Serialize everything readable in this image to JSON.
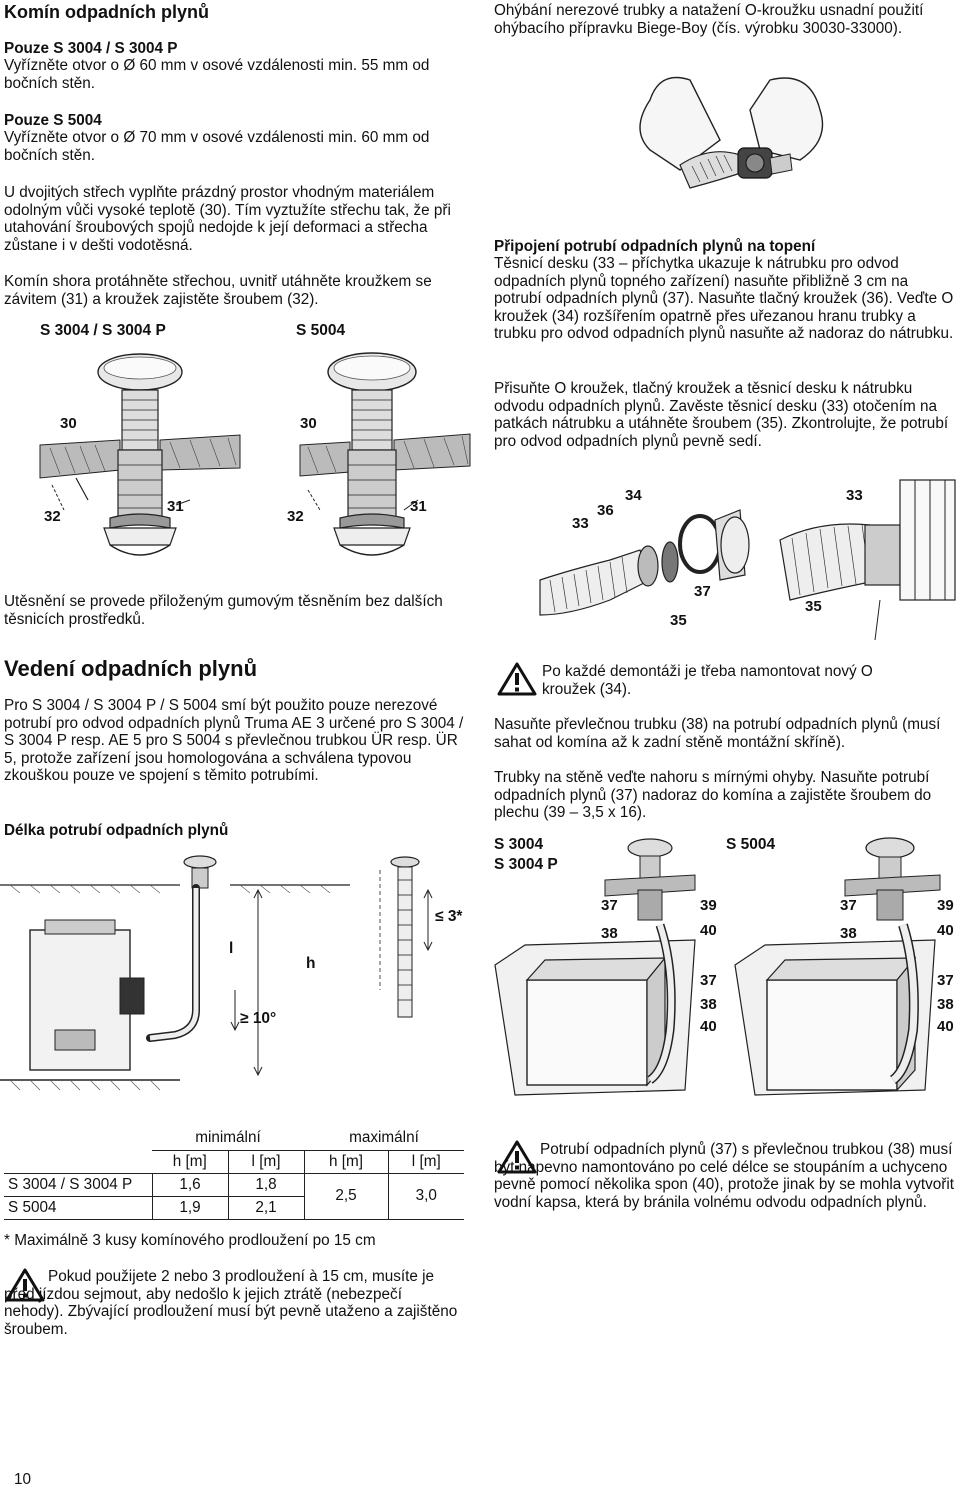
{
  "left": {
    "title": "Komín odpadních plynů",
    "s3004_head": "Pouze S 3004 / S 3004 P",
    "s3004_text": "Vyřízněte otvor o Ø 60 mm v osové vzdálenosti min. 55 mm od bočních stěn.",
    "s5004_head": "Pouze S 5004",
    "s5004_text": "Vyřízněte otvor o Ø 70 mm v osové vzdálenosti min. 60 mm od bočních stěn.",
    "double_roof": "U dvojitých střech vyplňte prázdný prostor vhodným materiálem odolným vůči vysoké teplotě (30). Tím vyztužíte střechu tak, že při utahování šroubových spojů nedojde k její deformaci a střecha zůstane i v dešti vodotěsná.",
    "pull_chimney": "Komín shora protáhněte střechou, uvnitř utáhněte kroužkem se závitem (31) a kroužek zajistěte šroubem (32).",
    "fig1": {
      "label_a": "S 3004 / S 3004 P",
      "label_b": "S 5004",
      "n30": "30",
      "n31": "31",
      "n32": "32"
    },
    "sealing": "Utěsnění se provede přiloženým gumovým těsněním bez dalších těsnicích prostředků."
  },
  "exhaust": {
    "title": "Vedení odpadních plynů",
    "text": "Pro S 3004 / S 3004 P / S 5004 smí být použito pouze nerezové potrubí pro odvod odpadních plynů Truma AE 3 určené pro S 3004 / S 3004 P resp. AE 5 pro S 5004 s převlečnou trubkou ÜR resp. ÜR 5, protože zařízení jsou homologována a schválena typovou zkouškou pouze ve spojení s těmito potrubími.",
    "length_head": "Délka potrubí odpadních plynů",
    "fig": {
      "l": "l",
      "h": "h",
      "angle": "≥ 10°",
      "ext": "≤ 3*"
    }
  },
  "table": {
    "group1": "minimální",
    "group2": "maximální",
    "sub": [
      "h [m]",
      "l [m]",
      "h [m]",
      "l [m]"
    ],
    "rows": [
      {
        "name": "S 3004 / S 3004 P",
        "min_h": "1,6",
        "min_l": "1,8"
      },
      {
        "name": "S 5004",
        "min_h": "1,9",
        "min_l": "2,1"
      }
    ],
    "max_h": "2,5",
    "max_l": "3,0",
    "footnote": "* Maximálně 3 kusy komínového prodloužení po 15 cm"
  },
  "warn_ext": "Pokud použijete 2 nebo 3 prodloužení à 15 cm, musíte je před jízdou sejmout, aby nedošlo k jejich ztrátě (nebezpečí nehody). Zbývající prodloužení musí být pevně utaženo a zajištěno šroubem.",
  "right": {
    "bending": "Ohýbání nerezové trubky a natažení O-kroužku usnadní použití ohýbacího přípravku Biege-Boy (čís. výrobku 30030-33000).",
    "connect_head": "Připojení potrubí odpadních plynů na topení",
    "connect_text1": "Těsnicí desku (33 – příchytka ukazuje k nátrubku pro odvod odpadních plynů topného zařízení) nasuňte přibližně 3 cm na potrubí odpadních plynů (37). Nasuňte tlačný kroužek (36). Veďte O kroužek (34) rozšířením opatrně přes uřezanou hranu trubky a trubku pro odvod odpadních plynů nasuňte až nadoraz do nátrubku.",
    "connect_text2": "Přisuňte O kroužek, tlačný kroužek a těsnicí desku k nátrubku odvodu odpadních plynů. Zavěste těsnicí desku (33) otočením na patkách nátrubku a utáhněte šroubem (35). Zkontrolujte, že potrubí pro odvod odpadních plynů pevně sedí.",
    "fig": {
      "n33": "33",
      "n34": "34",
      "n35": "35",
      "n36": "36",
      "n37": "37"
    },
    "warn_oring": "Po každé demontáži je třeba namontovat nový O kroužek (34).",
    "sleeve": "Nasuňte převlečnou trubku (38) na potrubí odpadních plynů (musí sahat od komína až k zadní stěně montážní skříně).",
    "wall": "Trubky na stěně veďte nahoru s mírnými ohyby. Nasuňte potrubí odpadních plynů (37) nadoraz do komína a zajistěte šroubem do plechu (39 – 3,5 x 16).",
    "fig2": {
      "a1": "S 3004",
      "a2": "S 3004 P",
      "b": "S 5004",
      "n37": "37",
      "n38": "38",
      "n39": "39",
      "n40": "40"
    },
    "warn_fixed": "Potrubí odpadních plynů (37) s převlečnou trubkou (38) musí být napevno namontováno po celé délce se stoupáním a uchyceno pevně pomocí několika spon (40), protože jinak by se mohla vytvořit vodní kapsa, která by bránila volnému odvodu odpadních plynů."
  },
  "page_number": "10"
}
